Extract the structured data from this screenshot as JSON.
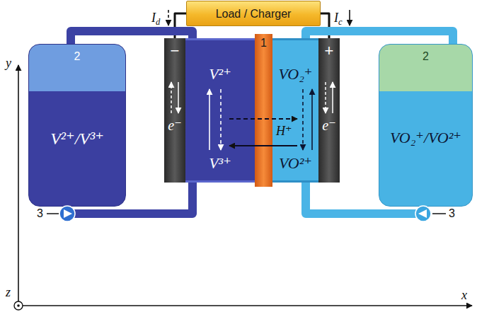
{
  "diagram": {
    "nodes": [
      {
        "text": [
          "Load / Charger"
        ]
      },
      {
        "text": [
          "2",
          "V²⁺/V³⁺"
        ]
      },
      {
        "text": [
          "−",
          "e⁻"
        ]
      },
      {
        "text": [
          "V²⁺",
          "V³⁺"
        ]
      },
      {
        "text": [
          "1"
        ]
      },
      {
        "text": [
          "VO₂⁺",
          "VO²⁺"
        ]
      },
      {
        "text": [
          "+",
          "e⁻"
        ]
      },
      {
        "text": [
          "2",
          "VO₂⁺/VO²⁺"
        ]
      }
    ],
    "edges": [
      {
        "from": 0,
        "to": 2,
        "arrow": "none"
      },
      {
        "from": 0,
        "to": 6,
        "arrow": "none"
      },
      {
        "from": 1,
        "to": 3,
        "arrow": "none"
      },
      {
        "from": 3,
        "to": 1,
        "arrow": "none"
      },
      {
        "from": 5,
        "to": 7,
        "arrow": "none"
      },
      {
        "from": 7,
        "to": 5,
        "arrow": "none"
      }
    ],
    "labels": [
      "Id",
      "Ic",
      "H⁺",
      "3",
      "3",
      "y",
      "x",
      "z"
    ]
  }
}
